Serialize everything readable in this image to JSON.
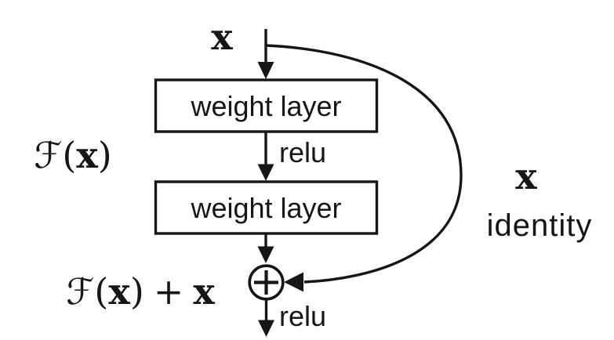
{
  "colors": {
    "ink": "#161616",
    "background": "#ffffff",
    "box_fill": "#ffffff"
  },
  "labels": {
    "input_x": "x",
    "weight_layer_top": "weight layer",
    "relu_middle": "relu",
    "weight_layer_bottom": "weight layer",
    "relu_output": "relu",
    "skip_x": "x",
    "skip_identity": "identity",
    "plus_sign": "+"
  },
  "math": {
    "script_f": "ℱ",
    "open_paren": "(",
    "bold_x": "x",
    "close_paren": ")",
    "plus": "+"
  }
}
